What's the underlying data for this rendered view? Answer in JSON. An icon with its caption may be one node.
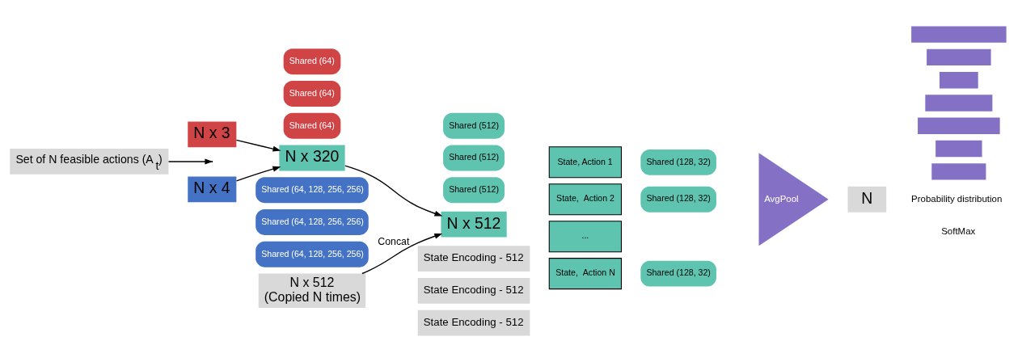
{
  "diagram": {
    "nodes": [
      {
        "text": [
          "Set of N feasible actions (A$_{t}$)"
        ]
      },
      {
        "text": [
          "N x 3"
        ]
      },
      {
        "text": [
          "Shared (64)"
        ]
      },
      {
        "text": [
          "Shared (64)"
        ]
      },
      {
        "text": [
          "Shared (64)"
        ]
      },
      {
        "text": [
          "N x 4"
        ]
      },
      {
        "text": [
          "Shared (64, 128, 256, 256)"
        ]
      },
      {
        "text": [
          "Shared (64, 128, 256, 256)"
        ]
      },
      {
        "text": [
          "Shared (64, 128, 256, 256)"
        ]
      },
      {
        "text": [
          "N x 320"
        ]
      },
      {
        "text": [
          "Shared (512)"
        ]
      },
      {
        "text": [
          "Shared (512)"
        ]
      },
      {
        "text": [
          "Shared (512)"
        ]
      },
      {
        "text": [
          "N x 512"
        ]
      },
      {
        "text": [
          "State, Action 1"
        ]
      },
      {
        "text": [
          "State,  Action 2"
        ]
      },
      {
        "text": [
          "..."
        ]
      },
      {
        "text": [
          "State,  Action N"
        ]
      },
      {
        "text": [
          "Shared (128, 32)"
        ]
      },
      {
        "text": [
          "Shared (128, 32)"
        ]
      },
      {
        "text": [
          "Shared (128, 32)"
        ]
      },
      {
        "text": [
          "AvgPool"
        ]
      },
      {
        "text": [
          "N"
        ]
      },
      {
        "text": [],
        "shape": "bar"
      },
      {
        "text": [],
        "shape": "bar"
      },
      {
        "text": [],
        "shape": "bar"
      },
      {
        "text": [],
        "shape": "bar"
      },
      {
        "text": [],
        "shape": "bar"
      },
      {
        "text": [],
        "shape": "bar"
      },
      {
        "text": [],
        "shape": "bar"
      },
      {
        "text": [
          "N x 512",
          "(Copied N times)"
        ]
      },
      {
        "text": [
          "State Encoding - 512"
        ]
      },
      {
        "text": [
          "State Encoding - 512"
        ]
      },
      {
        "text": [
          "State Encoding - 512"
        ]
      }
    ],
    "edges": [
      {
        "from": 0,
        "to": null,
        "arrow": "to"
      },
      {
        "from": 1,
        "to": 9,
        "arrow": "to"
      },
      {
        "from": 5,
        "to": 9,
        "arrow": "to"
      },
      {
        "from": 9,
        "to": 13,
        "arrow": "to"
      },
      {
        "from": 30,
        "to": 13,
        "arrow": "to",
        "label": "Concat"
      }
    ],
    "labels": [
      "Probability distribution",
      "SoftMax"
    ]
  }
}
